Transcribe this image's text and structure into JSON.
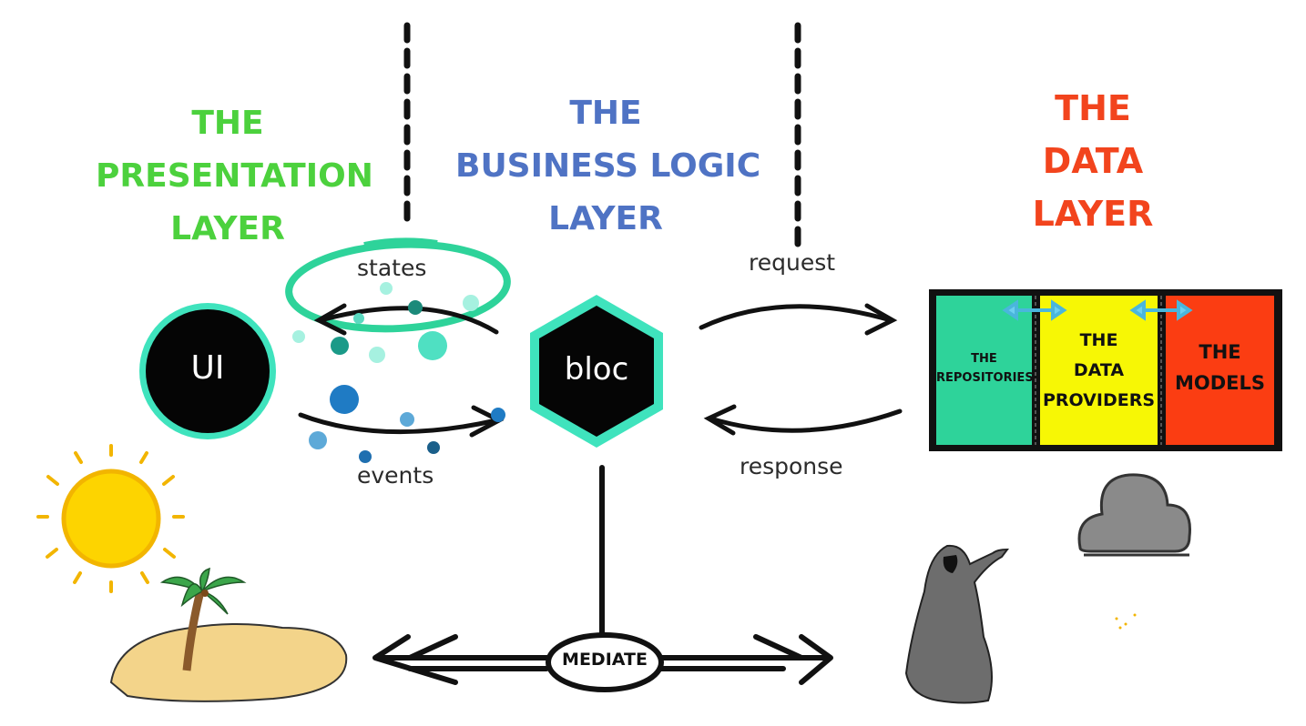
{
  "layers": {
    "presentation": {
      "title_lines": [
        "THE",
        "PRESENTATION",
        "LAYER"
      ],
      "color": "#4cd13d"
    },
    "business": {
      "title_lines": [
        "THE",
        "BUSINESS LOGIC",
        "LAYER"
      ],
      "color": "#4f73c4"
    },
    "data": {
      "title_lines": [
        "THE",
        "DATA",
        "LAYER"
      ],
      "color": "#f2441d"
    }
  },
  "nodes": {
    "ui": {
      "label": "UI"
    },
    "bloc": {
      "label": "bloc"
    }
  },
  "flows": {
    "states": "states",
    "events": "events",
    "request": "request",
    "response": "response"
  },
  "data_boxes": [
    {
      "lines": [
        "THE",
        "REPOSITORIES"
      ],
      "color": "#2ed39a"
    },
    {
      "lines": [
        "THE",
        "DATA",
        "PROVIDERS"
      ],
      "color": "#f7f705"
    },
    {
      "lines": [
        "THE",
        "MODELS"
      ],
      "color": "#fb3d12"
    }
  ],
  "mediate": {
    "label": "MEDIATE"
  },
  "colors": {
    "accent_teal": "#3fe3bd",
    "arrow_blue": "#5bc8e8",
    "sun": "#fdd400",
    "cloud": "#8a8a8a"
  }
}
